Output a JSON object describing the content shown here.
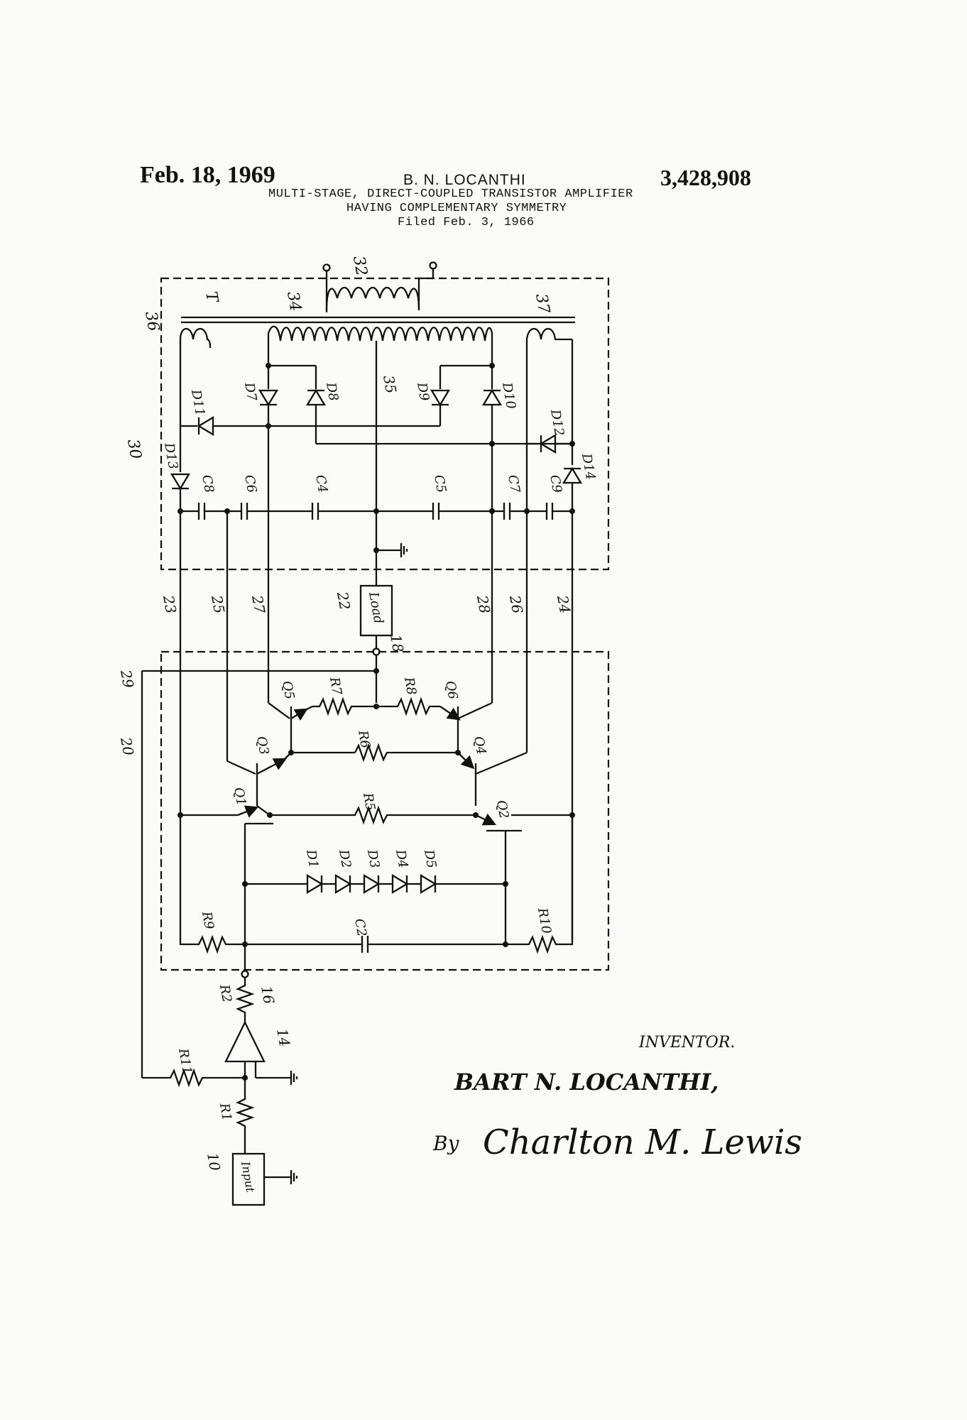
{
  "header": {
    "date": "Feb. 18, 1969",
    "inventor_name": "B. N. LOCANTHI",
    "patent_number": "3,428,908",
    "title_line1": "MULTI-STAGE, DIRECT-COUPLED TRANSISTOR AMPLIFIER",
    "title_line2": "HAVING COMPLEMENTARY SYMMETRY",
    "filed": "Filed Feb. 3, 1966"
  },
  "diagram": {
    "transformer_label": "T",
    "primary_winding": "34",
    "secondary_winding": "32",
    "aux_winding_left": "36",
    "aux_winding_right": "37",
    "center_tap": "35",
    "power_supply": "30",
    "amplifier": "20",
    "feedback_line": "29",
    "supply_lines": [
      "23",
      "25",
      "27",
      "28",
      "26",
      "24"
    ],
    "output_node": "18",
    "input_node": "16",
    "preamp": "14",
    "input_source": "10",
    "load_box": "Load",
    "load_ref": "22",
    "input_box": "Input",
    "rectifier_diodes": [
      "D7",
      "D8",
      "D9",
      "D10",
      "D11",
      "D12",
      "D13",
      "D14"
    ],
    "capacitors": [
      "C8",
      "C6",
      "C4",
      "C5",
      "C7",
      "C9",
      "C2"
    ],
    "transistors": [
      "Q1",
      "Q2",
      "Q3",
      "Q4",
      "Q5",
      "Q6"
    ],
    "resistors": [
      "R1",
      "R2",
      "R5",
      "R6",
      "R7",
      "R8",
      "R9",
      "R10",
      "R11"
    ],
    "bias_diodes": [
      "D1",
      "D2",
      "D3",
      "D4",
      "D5"
    ]
  },
  "signature": {
    "inventor_caption": "INVENTOR.",
    "inventor_full": "BART N. LOCANTHI,",
    "by": "By",
    "attorney": "Charlton M. Lewis"
  }
}
